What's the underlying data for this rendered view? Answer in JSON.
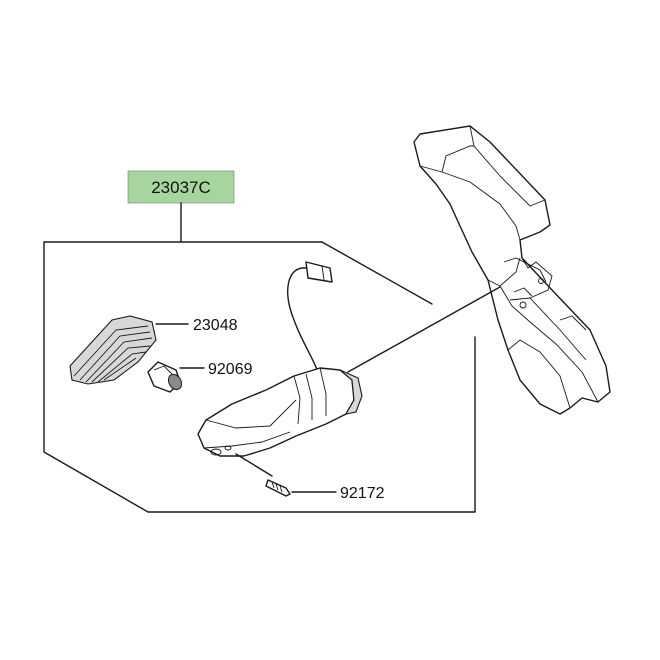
{
  "assembly": {
    "part_number": "23037C",
    "highlight_color": "#a6d69e"
  },
  "parts": [
    {
      "id": "lens",
      "number": "23048"
    },
    {
      "id": "bulb",
      "number": "92069"
    },
    {
      "id": "screw",
      "number": "92172"
    }
  ],
  "colors": {
    "line": "#1a1a1a",
    "background": "#ffffff"
  }
}
